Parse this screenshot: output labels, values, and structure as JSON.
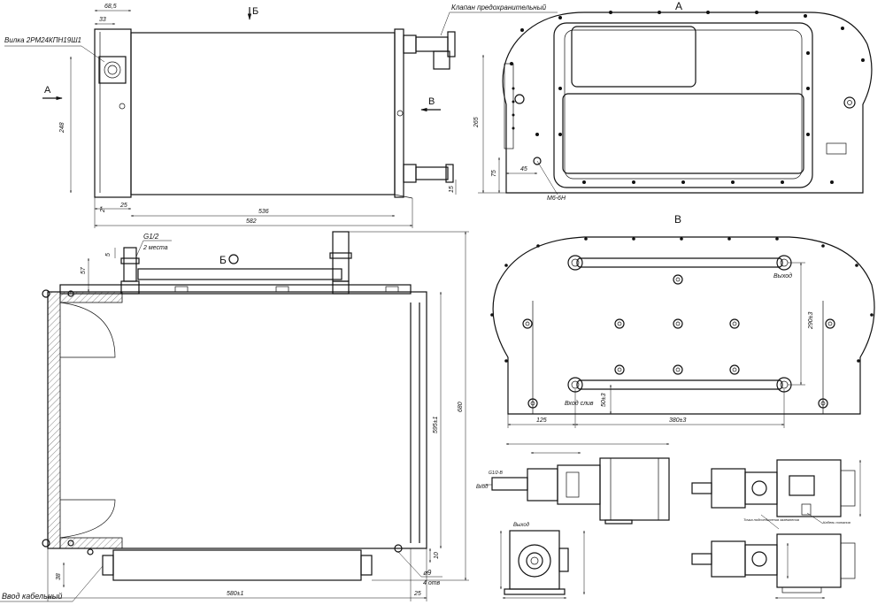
{
  "labels": {
    "vilka": "Вилка 2РМ24КПН19Ш1",
    "klapan": "Клапан предохранительный",
    "view_A_top": "А",
    "view_A_side": "А",
    "view_B_top": "Б",
    "view_B_section": "Б",
    "view_V_arrow": "В",
    "view_V_title": "В",
    "vyhod": "Выход",
    "vhod": "Вход",
    "vhod_slip": "Вход слив",
    "vvod": "Ввод кабельный",
    "g12": "G1/2",
    "g12_mesta": "2 места",
    "m6": "M6-6H",
    "hole": "⌀9",
    "hole_count": "4 отв",
    "small_vhod": "Вход",
    "small_vyhod": "Выход",
    "small_g12": "G1/2-B",
    "tochka": "Точка подсоединения заземления",
    "kabel": "Кабель питания"
  },
  "dims": {
    "d68": "68,5",
    "d33": "33",
    "d248": "248",
    "d2": "2*",
    "d25a": "25",
    "d536": "536",
    "d582": "582",
    "d15": "15",
    "d265": "265",
    "d75": "75",
    "d45": "45",
    "d57": "57",
    "d5": "5",
    "d595": "595±1",
    "d680": "680",
    "d38": "38",
    "d580": "580±1",
    "d25b": "25",
    "d10": "10",
    "d290": "290±3",
    "d50": "50±3",
    "d125": "125",
    "d380": "380±3"
  }
}
